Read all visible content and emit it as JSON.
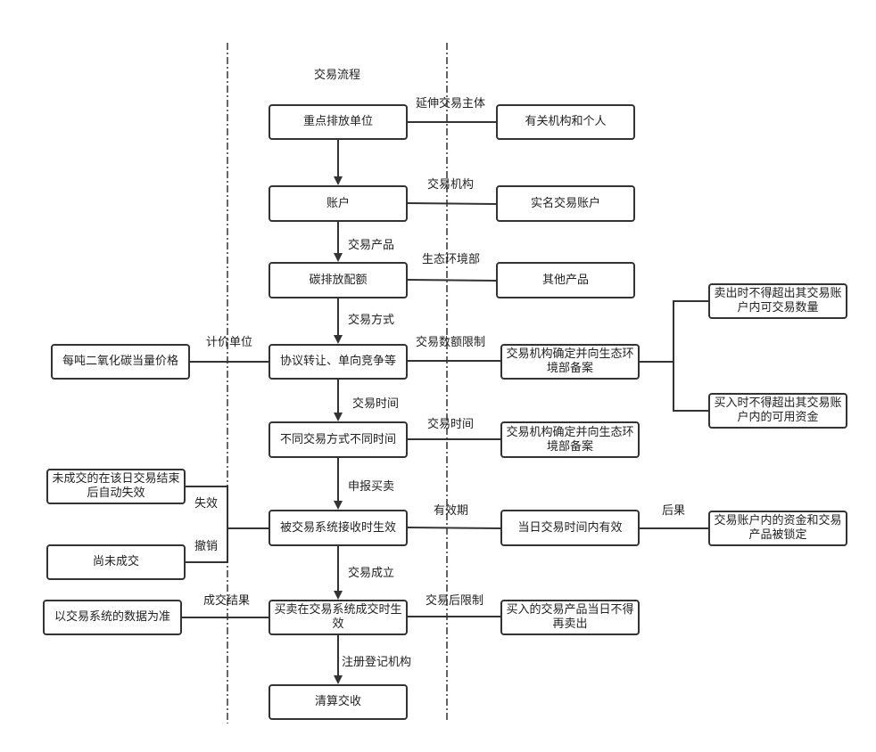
{
  "title": "交易流程",
  "main": [
    "重点排放单位",
    "账户",
    "碳排放配额",
    "协议转让、单向竞争等",
    "不同交易方式不同时间",
    "被交易系统接收时生效",
    "买卖在交易系统成交时生效",
    "清算交收"
  ],
  "right": [
    "有关机构和个人",
    "实名交易账户",
    "其他产品",
    "交易机构确定并向生态环境部备案",
    "交易机构确定并向生态环境部备案",
    "当日交易时间内有效",
    "买入的交易产品当日不得再卖出"
  ],
  "far_right": [
    "卖出时不得超出其交易账户内可交易数量",
    "买入时不得超出其交易账户内的可用资金",
    "交易账户内的资金和交易产品被锁定"
  ],
  "left": [
    "每吨二氧化碳当量价格",
    "未成交的在该日交易结束后自动失效",
    "尚未成交",
    "以交易系统的数据为准"
  ],
  "right_links": [
    "延伸交易主体",
    "交易机构",
    "生态环境部",
    "交易数额限制",
    "交易时间",
    "有效期",
    "交易后限制"
  ],
  "arrows": [
    "交易产品",
    "交易方式",
    "交易时间",
    "申报买卖",
    "交易成立",
    "注册登记机构"
  ],
  "left_links": [
    "计价单位",
    "失效",
    "撤销",
    "成交结果"
  ],
  "far_link": "后果"
}
